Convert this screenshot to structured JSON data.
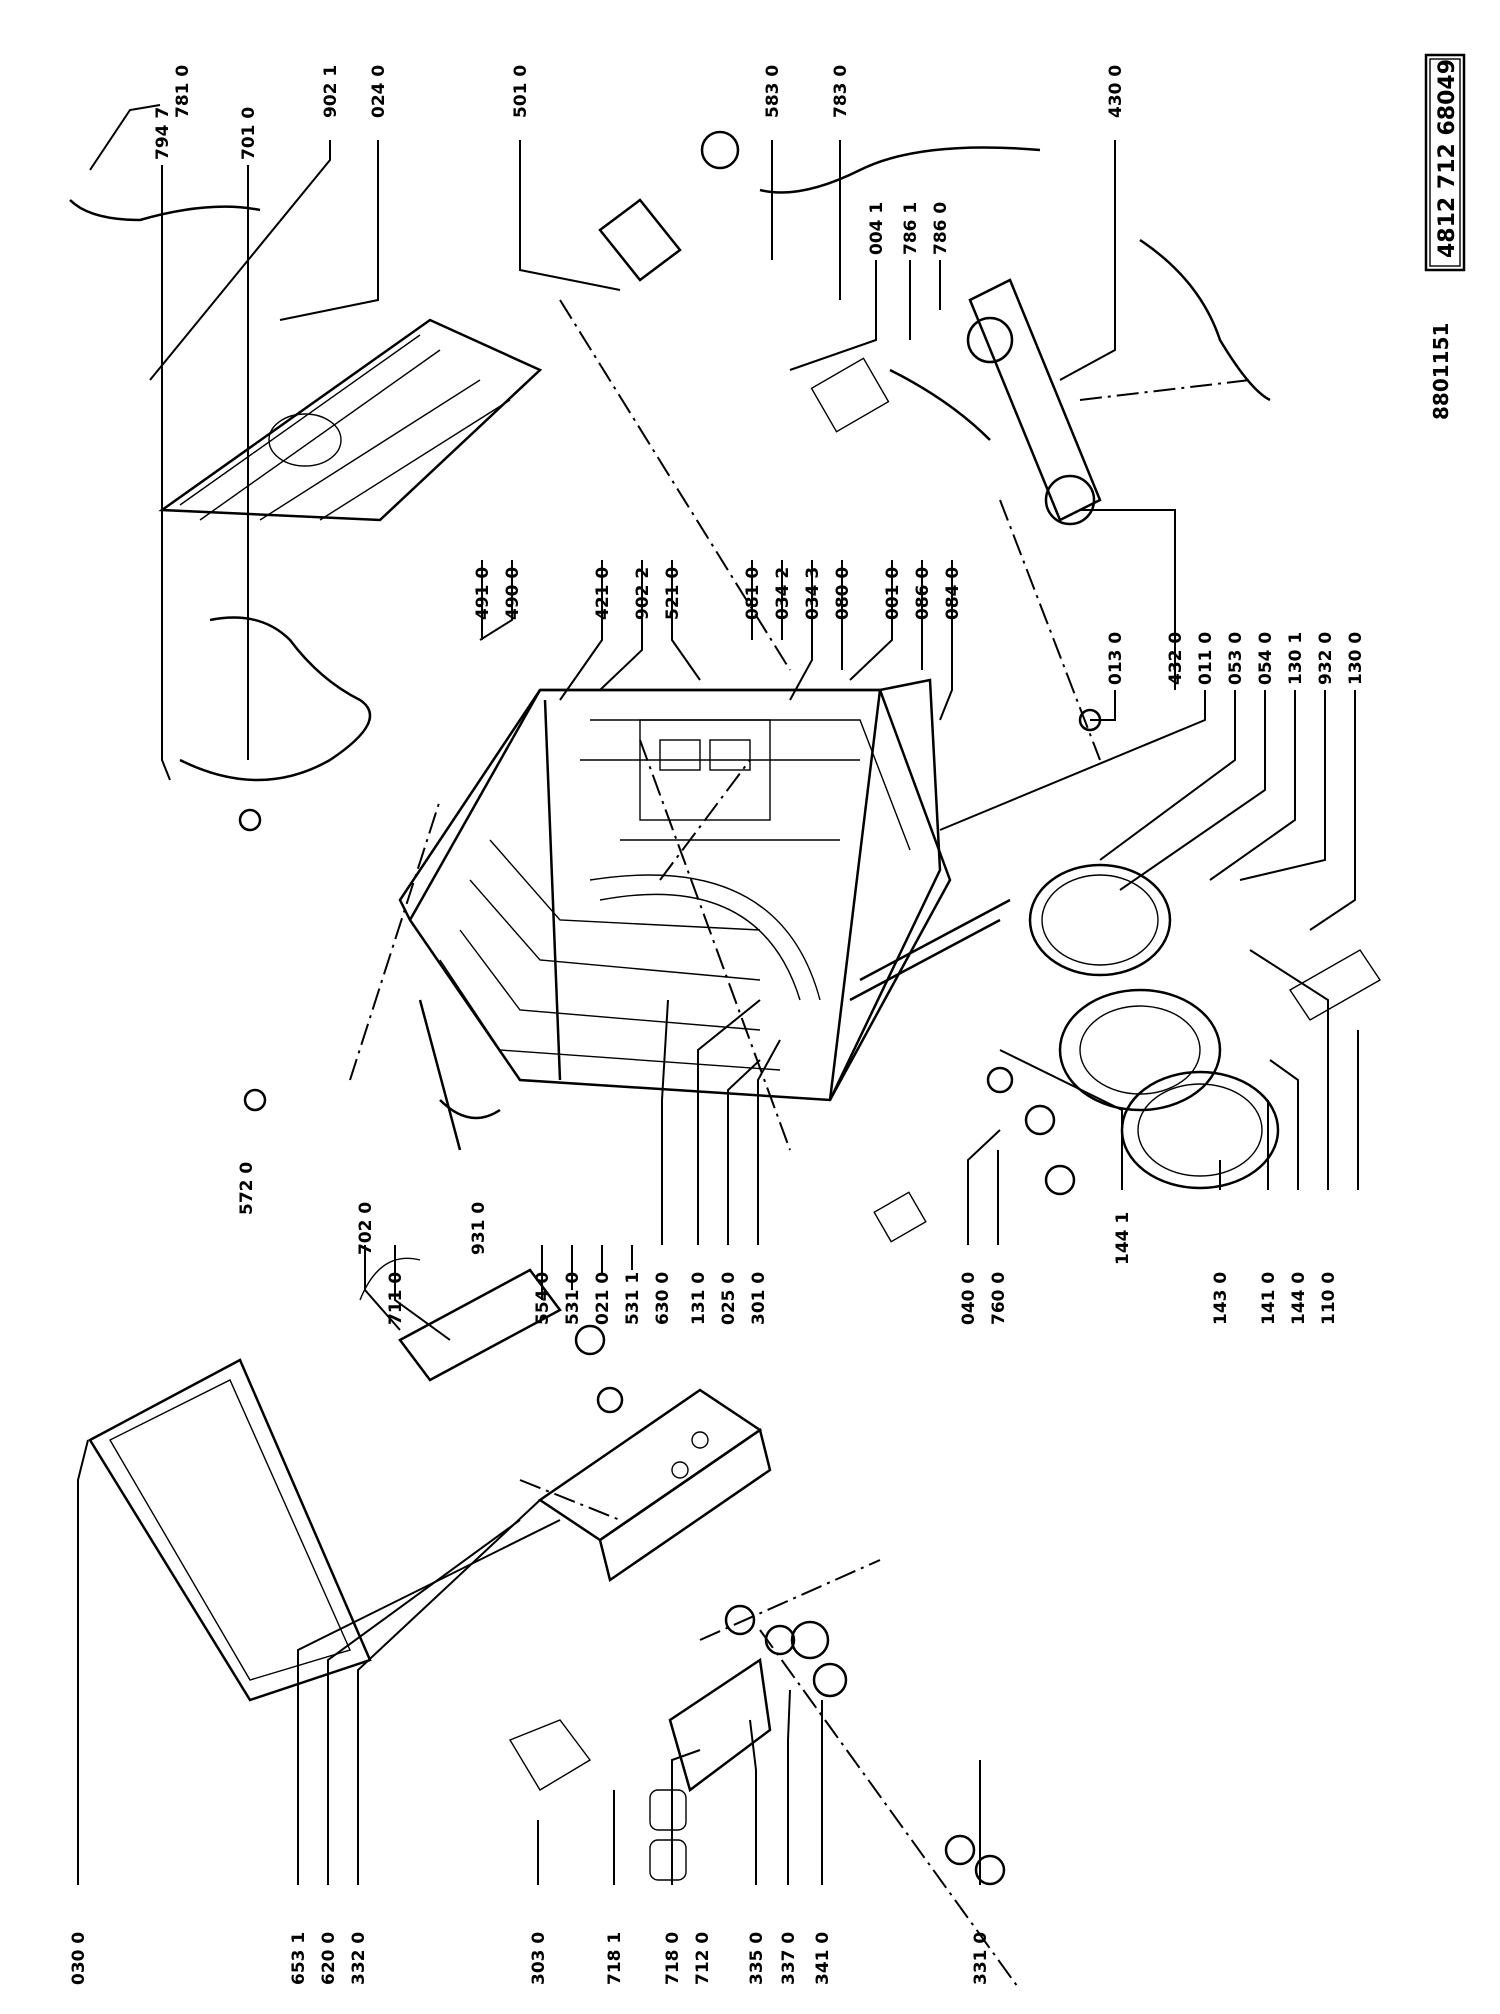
{
  "document_code": "4812 712 68049",
  "drawing_number": "8801151",
  "labels_bottom": [
    "030 0",
    "653 1",
    "620 0",
    "332 0",
    "303 0",
    "718 1",
    "718 0",
    "712 0",
    "335 0",
    "337 0",
    "341 0",
    "331 0"
  ],
  "labels_middle": [
    "702 0",
    "711 0",
    "554 0",
    "531 0",
    "021 0",
    "531 1",
    "630 0",
    "131 0",
    "025 0",
    "301 0",
    "931 0",
    "572 0",
    "040 0",
    "760 0",
    "144 1",
    "143 0",
    "141 0",
    "144 0",
    "110 0"
  ],
  "labels_right": [
    "013 0",
    "432 0",
    "011 0",
    "053 0",
    "054 0",
    "130 1",
    "932 0",
    "130 0"
  ],
  "labels_center": [
    "491 0",
    "490 0",
    "421 0",
    "902 2",
    "521 0",
    "081 0",
    "034 2",
    "034 3",
    "080 0",
    "001 0",
    "086 0",
    "084 0"
  ],
  "labels_top": [
    "794 7",
    "701 0",
    "781 0",
    "902 1",
    "024 0",
    "501 0",
    "583 0",
    "783 0",
    "004 1",
    "786 1",
    "786 0",
    "430 0"
  ]
}
